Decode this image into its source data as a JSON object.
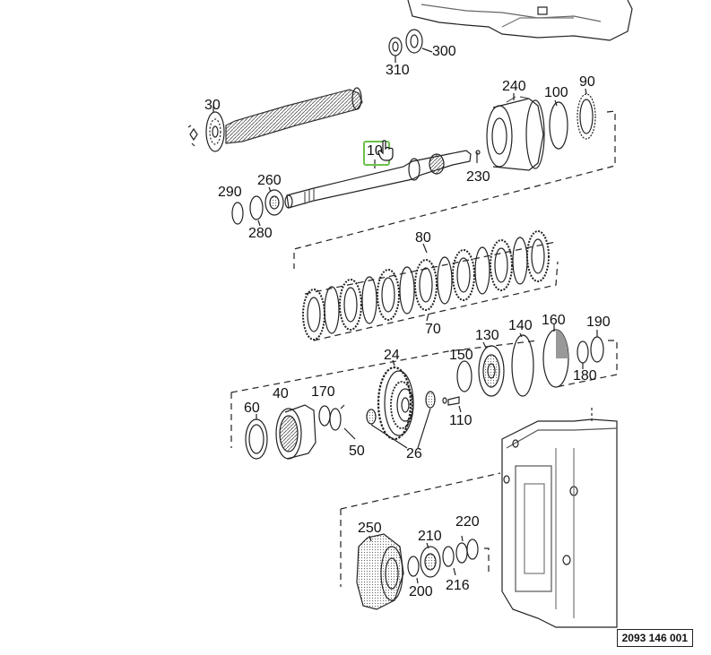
{
  "diagram": {
    "reference_code": "2093 146 001",
    "selected_part": "10",
    "parts": [
      {
        "key": "p300",
        "label": "300"
      },
      {
        "key": "p310",
        "label": "310"
      },
      {
        "key": "p30",
        "label": "30"
      },
      {
        "key": "p240",
        "label": "240"
      },
      {
        "key": "p100",
        "label": "100"
      },
      {
        "key": "p90",
        "label": "90"
      },
      {
        "key": "p10",
        "label": "10"
      },
      {
        "key": "p230",
        "label": "230"
      },
      {
        "key": "p260",
        "label": "260"
      },
      {
        "key": "p290",
        "label": "290"
      },
      {
        "key": "p280",
        "label": "280"
      },
      {
        "key": "p80",
        "label": "80"
      },
      {
        "key": "p70",
        "label": "70"
      },
      {
        "key": "p140",
        "label": "140"
      },
      {
        "key": "p160",
        "label": "160"
      },
      {
        "key": "p190",
        "label": "190"
      },
      {
        "key": "p130",
        "label": "130"
      },
      {
        "key": "p150",
        "label": "150"
      },
      {
        "key": "p180",
        "label": "180"
      },
      {
        "key": "p24",
        "label": "24"
      },
      {
        "key": "p40",
        "label": "40"
      },
      {
        "key": "p170",
        "label": "170"
      },
      {
        "key": "p60",
        "label": "60"
      },
      {
        "key": "p110",
        "label": "110"
      },
      {
        "key": "p50",
        "label": "50"
      },
      {
        "key": "p26",
        "label": "26"
      },
      {
        "key": "p250",
        "label": "250"
      },
      {
        "key": "p210",
        "label": "210"
      },
      {
        "key": "p220",
        "label": "220"
      },
      {
        "key": "p200",
        "label": "200"
      },
      {
        "key": "p216",
        "label": "216"
      }
    ]
  }
}
